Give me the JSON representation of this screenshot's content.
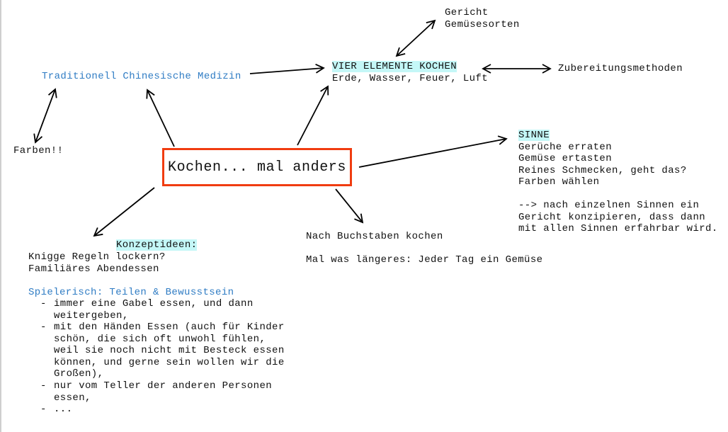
{
  "center": "Kochen... mal anders",
  "tcm": "Traditionell Chinesische Medizin",
  "farben": "Farben!!",
  "vier": {
    "title": "VIER ELEMENTE KOCHEN",
    "sub": "Erde, Wasser, Feuer, Luft"
  },
  "gericht": [
    "Gericht",
    "Gemüsesorten"
  ],
  "zubereitung": "Zubereitungsmethoden",
  "sinne": {
    "title": "SINNE",
    "items": [
      "Gerüche erraten",
      "Gemüse ertasten",
      "Reines Schmecken, geht das?",
      "Farben wählen"
    ],
    "note": [
      "--> nach einzelnen Sinnen ein",
      "Gericht konzipieren, dass dann",
      "mit allen Sinnen erfahrbar wird."
    ]
  },
  "buchstaben": "Nach Buchstaben kochen",
  "laenger": "Mal was längeres: Jeder Tag ein Gemüse",
  "konzept": {
    "title": "Konzeptideen",
    "colon": ":",
    "lines": [
      "Knigge Regeln lockern?",
      "Familiäres Abendessen"
    ],
    "spielerisch": "Spielerisch: Teilen & Bewusstsein",
    "dash": "-",
    "items": [
      [
        "immer eine Gabel essen, und dann",
        "weitergeben,"
      ],
      [
        "mit den Händen Essen (auch für Kinder",
        "schön, die sich oft unwohl fühlen,",
        "weil sie noch nicht mit Besteck essen",
        "können, und gerne sein wollen wir die",
        "Großen),"
      ],
      [
        "nur vom Teller der anderen Personen",
        "essen,"
      ],
      [
        "..."
      ]
    ]
  },
  "colors": {
    "accent_border": "#f03c10",
    "highlight": "#c4f7f7",
    "link_blue": "#2f7cc4"
  }
}
